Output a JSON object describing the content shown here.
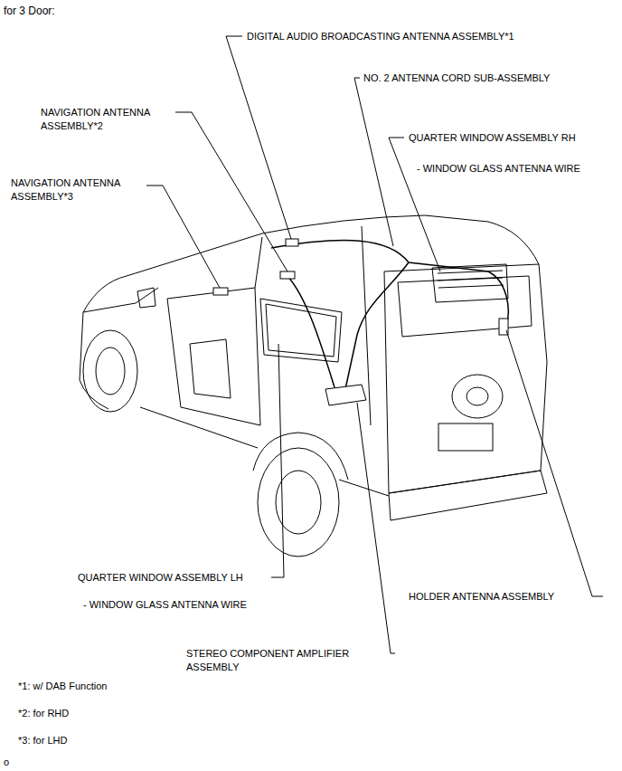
{
  "diagram": {
    "title": "for 3 Door:",
    "labels": [
      "DIGITAL AUDIO BROADCASTING ANTENNA ASSEMBLY*1",
      "NO. 2 ANTENNA CORD SUB-ASSEMBLY",
      "NAVIGATION ANTENNA ASSEMBLY*2",
      "QUARTER WINDOW ASSEMBLY RH",
      "- WINDOW GLASS ANTENNA WIRE",
      "NAVIGATION ANTENNA ASSEMBLY*3",
      "QUARTER WINDOW ASSEMBLY LH",
      "- WINDOW GLASS ANTENNA WIRE",
      "HOLDER ANTENNA ASSEMBLY",
      "STEREO COMPONENT AMPLIFIER ASSEMBLY",
      "*1: w/ DAB Function",
      "*2: for RHD",
      "*3: for LHD",
      "o"
    ]
  }
}
